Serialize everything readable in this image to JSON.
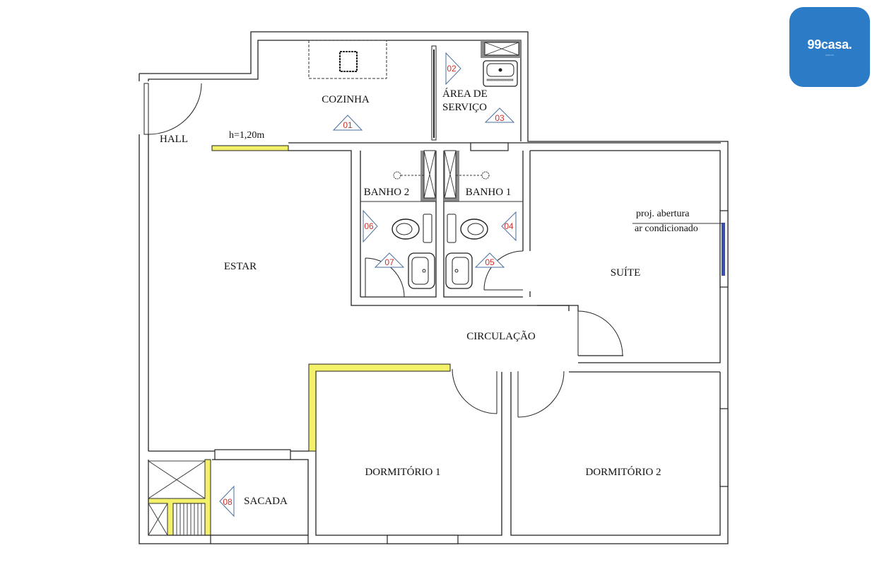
{
  "logo": {
    "name": "99casa.",
    "sub": "com.br",
    "color": "#2b7bc7"
  },
  "rooms": {
    "cozinha": "COZINHA",
    "area_servico_1": "ÁREA DE",
    "area_servico_2": "SERVIÇO",
    "hall": "HALL",
    "estar": "ESTAR",
    "banho2": "BANHO 2",
    "banho1": "BANHO 1",
    "suite": "SUÍTE",
    "circulacao": "CIRCULAÇÃO",
    "dormitorio1": "DORMITÓRIO 1",
    "dormitorio2": "DORMITÓRIO 2",
    "sacada": "SACADA"
  },
  "notes": {
    "height": "h=1,20m",
    "ac_1": "proj. abertura",
    "ac_2": "ar condicionado"
  },
  "markers": [
    "01",
    "02",
    "03",
    "04",
    "05",
    "06",
    "07",
    "08"
  ],
  "colors": {
    "low_wall": "#f3f06a",
    "marker_text": "#d0302a",
    "marker_outline": "#4a6fa0"
  }
}
